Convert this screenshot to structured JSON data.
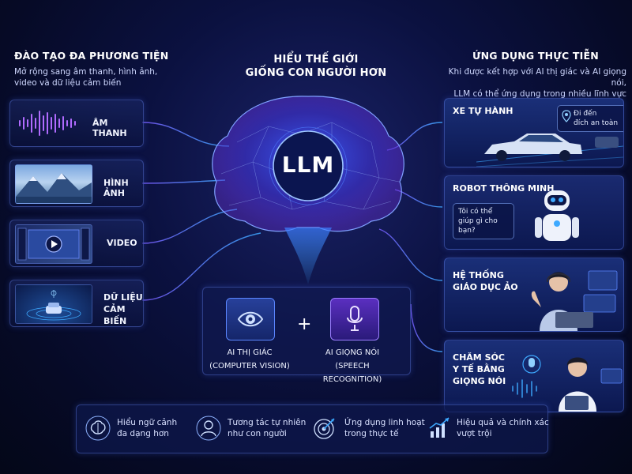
{
  "left": {
    "title": "ĐÀO TẠO ĐA PHƯƠNG TIỆN",
    "subtitle_line1": "Mở rộng sang âm thanh, hình ảnh,",
    "subtitle_line2": "video và dữ liệu cảm biến",
    "items": [
      {
        "label": "ÂM THANH",
        "icon": "waveform-icon"
      },
      {
        "label": "HÌNH ẢNH",
        "icon": "landscape-icon"
      },
      {
        "label": "VIDEO",
        "icon": "video-play-icon"
      },
      {
        "label_line1": "DỮ LIỆU",
        "label_line2": "CẢM BIẾN",
        "icon": "car-sensor-icon"
      }
    ]
  },
  "center": {
    "title_line1": "HIỂU THẾ GIỚI",
    "title_line2": "GIỐNG CON NGƯỜI HƠN",
    "brain_label": "LLM",
    "vision_line1": "AI THỊ GIÁC",
    "vision_line2": "(COMPUTER VISION)",
    "voice_line1": "AI GIỌNG NÓI",
    "voice_line2": "(SPEECH RECOGNITION)",
    "plus": "+"
  },
  "right": {
    "title": "ỨNG DỤNG THỰC TIỄN",
    "subtitle_line1": "Khi được kết hợp với AI thị giác và AI giọng nói,",
    "subtitle_line2": "LLM có thể ứng dụng trong nhiều lĩnh vực",
    "items": [
      {
        "label": "XE TỰ HÀNH",
        "bubble_line1": "Đi đến",
        "bubble_line2": "đích an toàn"
      },
      {
        "label": "ROBOT THÔNG MINH",
        "bubble_line1": "Tôi có thể",
        "bubble_line2": "giúp gì cho",
        "bubble_line3": "bạn?"
      },
      {
        "label_line1": "HỆ THỐNG",
        "label_line2": "GIÁO DỤC ẢO"
      },
      {
        "label_line1": "CHĂM SÓC",
        "label_line2": "Y TẾ BẰNG",
        "label_line3": "GIỌNG NÓI"
      }
    ]
  },
  "features": [
    {
      "line1": "Hiểu ngữ cảnh",
      "line2": "đa dạng hơn",
      "icon": "brain-icon"
    },
    {
      "line1": "Tương tác tự nhiên",
      "line2": "như con người",
      "icon": "person-icon"
    },
    {
      "line1": "Ứng dụng linh hoạt",
      "line2": "trong thực tế",
      "icon": "target-icon"
    },
    {
      "line1": "Hiệu quả và chính xác",
      "line2": "vượt trội",
      "icon": "chart-icon"
    }
  ],
  "colors": {
    "accent": "#4f7dff",
    "purple": "#8a4dff",
    "glow": "#3da9ff"
  }
}
